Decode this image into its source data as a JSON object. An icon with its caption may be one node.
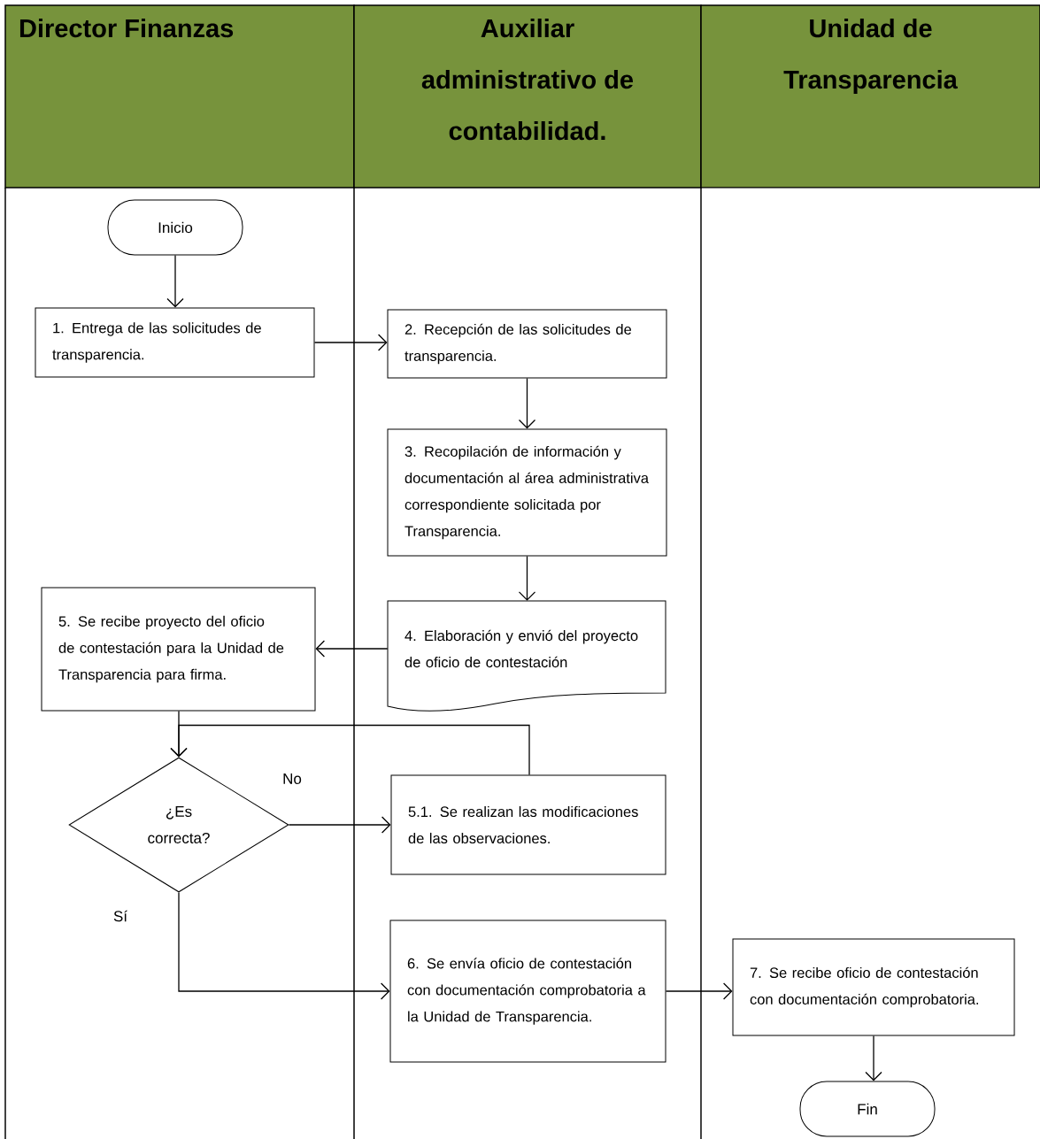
{
  "diagram": {
    "nodes": [
      {
        "text": [
          "Director Finanzas"
        ]
      },
      {
        "text": [
          "Auxiliar administrativo de contabilidad."
        ]
      },
      {
        "text": [
          "Unidad de Transparencia"
        ]
      },
      {
        "text": [
          "Inicio"
        ]
      },
      {
        "text": [
          "1. Entrega de las solicitudes de transparencia."
        ]
      },
      {
        "text": [
          "2. Recepción de las solicitudes de transparencia."
        ]
      },
      {
        "text": [
          "3. Recopilación de información y documentación al área administrativa correspondiente solicitada por Transparencia."
        ]
      },
      {
        "text": [
          "4. Elaboración y envió del proyecto de oficio de contestación"
        ]
      },
      {
        "text": [
          "5. Se recibe proyecto del oficio de contestación para la Unidad de Transparencia para firma."
        ]
      },
      {
        "text": [
          "¿Es correcta?"
        ]
      },
      {
        "text": [
          "5.1. Se realizan las modificaciones de las observaciones."
        ]
      },
      {
        "text": [
          "6. Se envía oficio de contestación con documentación comprobatoria a la Unidad de Transparencia."
        ]
      },
      {
        "text": [
          "7. Se recibe oficio de contestación con documentación comprobatoria."
        ]
      },
      {
        "text": [
          "Fin"
        ]
      }
    ],
    "edges": [
      {
        "from": 3,
        "to": 4,
        "arrow": "to"
      },
      {
        "from": 4,
        "to": 5,
        "arrow": "to"
      },
      {
        "from": 5,
        "to": 6,
        "arrow": "to"
      },
      {
        "from": 6,
        "to": 7,
        "arrow": "to"
      },
      {
        "from": 7,
        "to": 8,
        "arrow": "to"
      },
      {
        "from": 8,
        "to": 9,
        "arrow": "to"
      },
      {
        "from": 9,
        "to": 10,
        "arrow": "to",
        "label": "No"
      },
      {
        "from": 10,
        "to": 9,
        "arrow": "to"
      },
      {
        "from": 9,
        "to": 11,
        "arrow": "to",
        "label": "Sí"
      },
      {
        "from": 11,
        "to": 12,
        "arrow": "to"
      },
      {
        "from": 12,
        "to": 13,
        "arrow": "to"
      }
    ]
  }
}
